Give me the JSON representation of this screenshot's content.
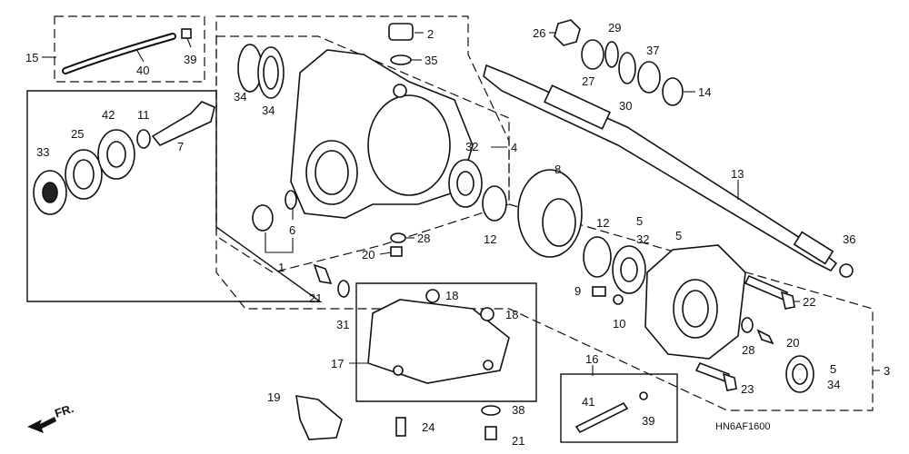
{
  "diagram": {
    "code": "HN6AF1600",
    "front_marker": "FR.",
    "callouts": {
      "c15": "15",
      "c40": "40",
      "c39a": "39",
      "c2": "2",
      "c35": "35",
      "c34a": "34",
      "c34b": "34",
      "c26": "26",
      "c29": "29",
      "c27": "27",
      "c37": "37",
      "c30": "30",
      "c14": "14",
      "c42": "42",
      "c11": "11",
      "c33": "33",
      "c25": "25",
      "c7": "7",
      "c32a": "32",
      "c4": "4",
      "c8": "8",
      "c13": "13",
      "c6": "6",
      "c1": "1",
      "c12a": "12",
      "c12b": "12",
      "c28a": "28",
      "c20a": "20",
      "c5a": "5",
      "c32b": "32",
      "c5b": "5",
      "c36": "36",
      "c9": "9",
      "c10": "10",
      "c22": "22",
      "c21a": "21",
      "c31": "31",
      "c18a": "18",
      "c18b": "18",
      "c28b": "28",
      "c20b": "20",
      "c17": "17",
      "c3": "3",
      "c5c": "5",
      "c34c": "34",
      "c23": "23",
      "c16": "16",
      "c41": "41",
      "c39b": "39",
      "c19": "19",
      "c24": "24",
      "c38": "38",
      "c21b": "21"
    }
  }
}
